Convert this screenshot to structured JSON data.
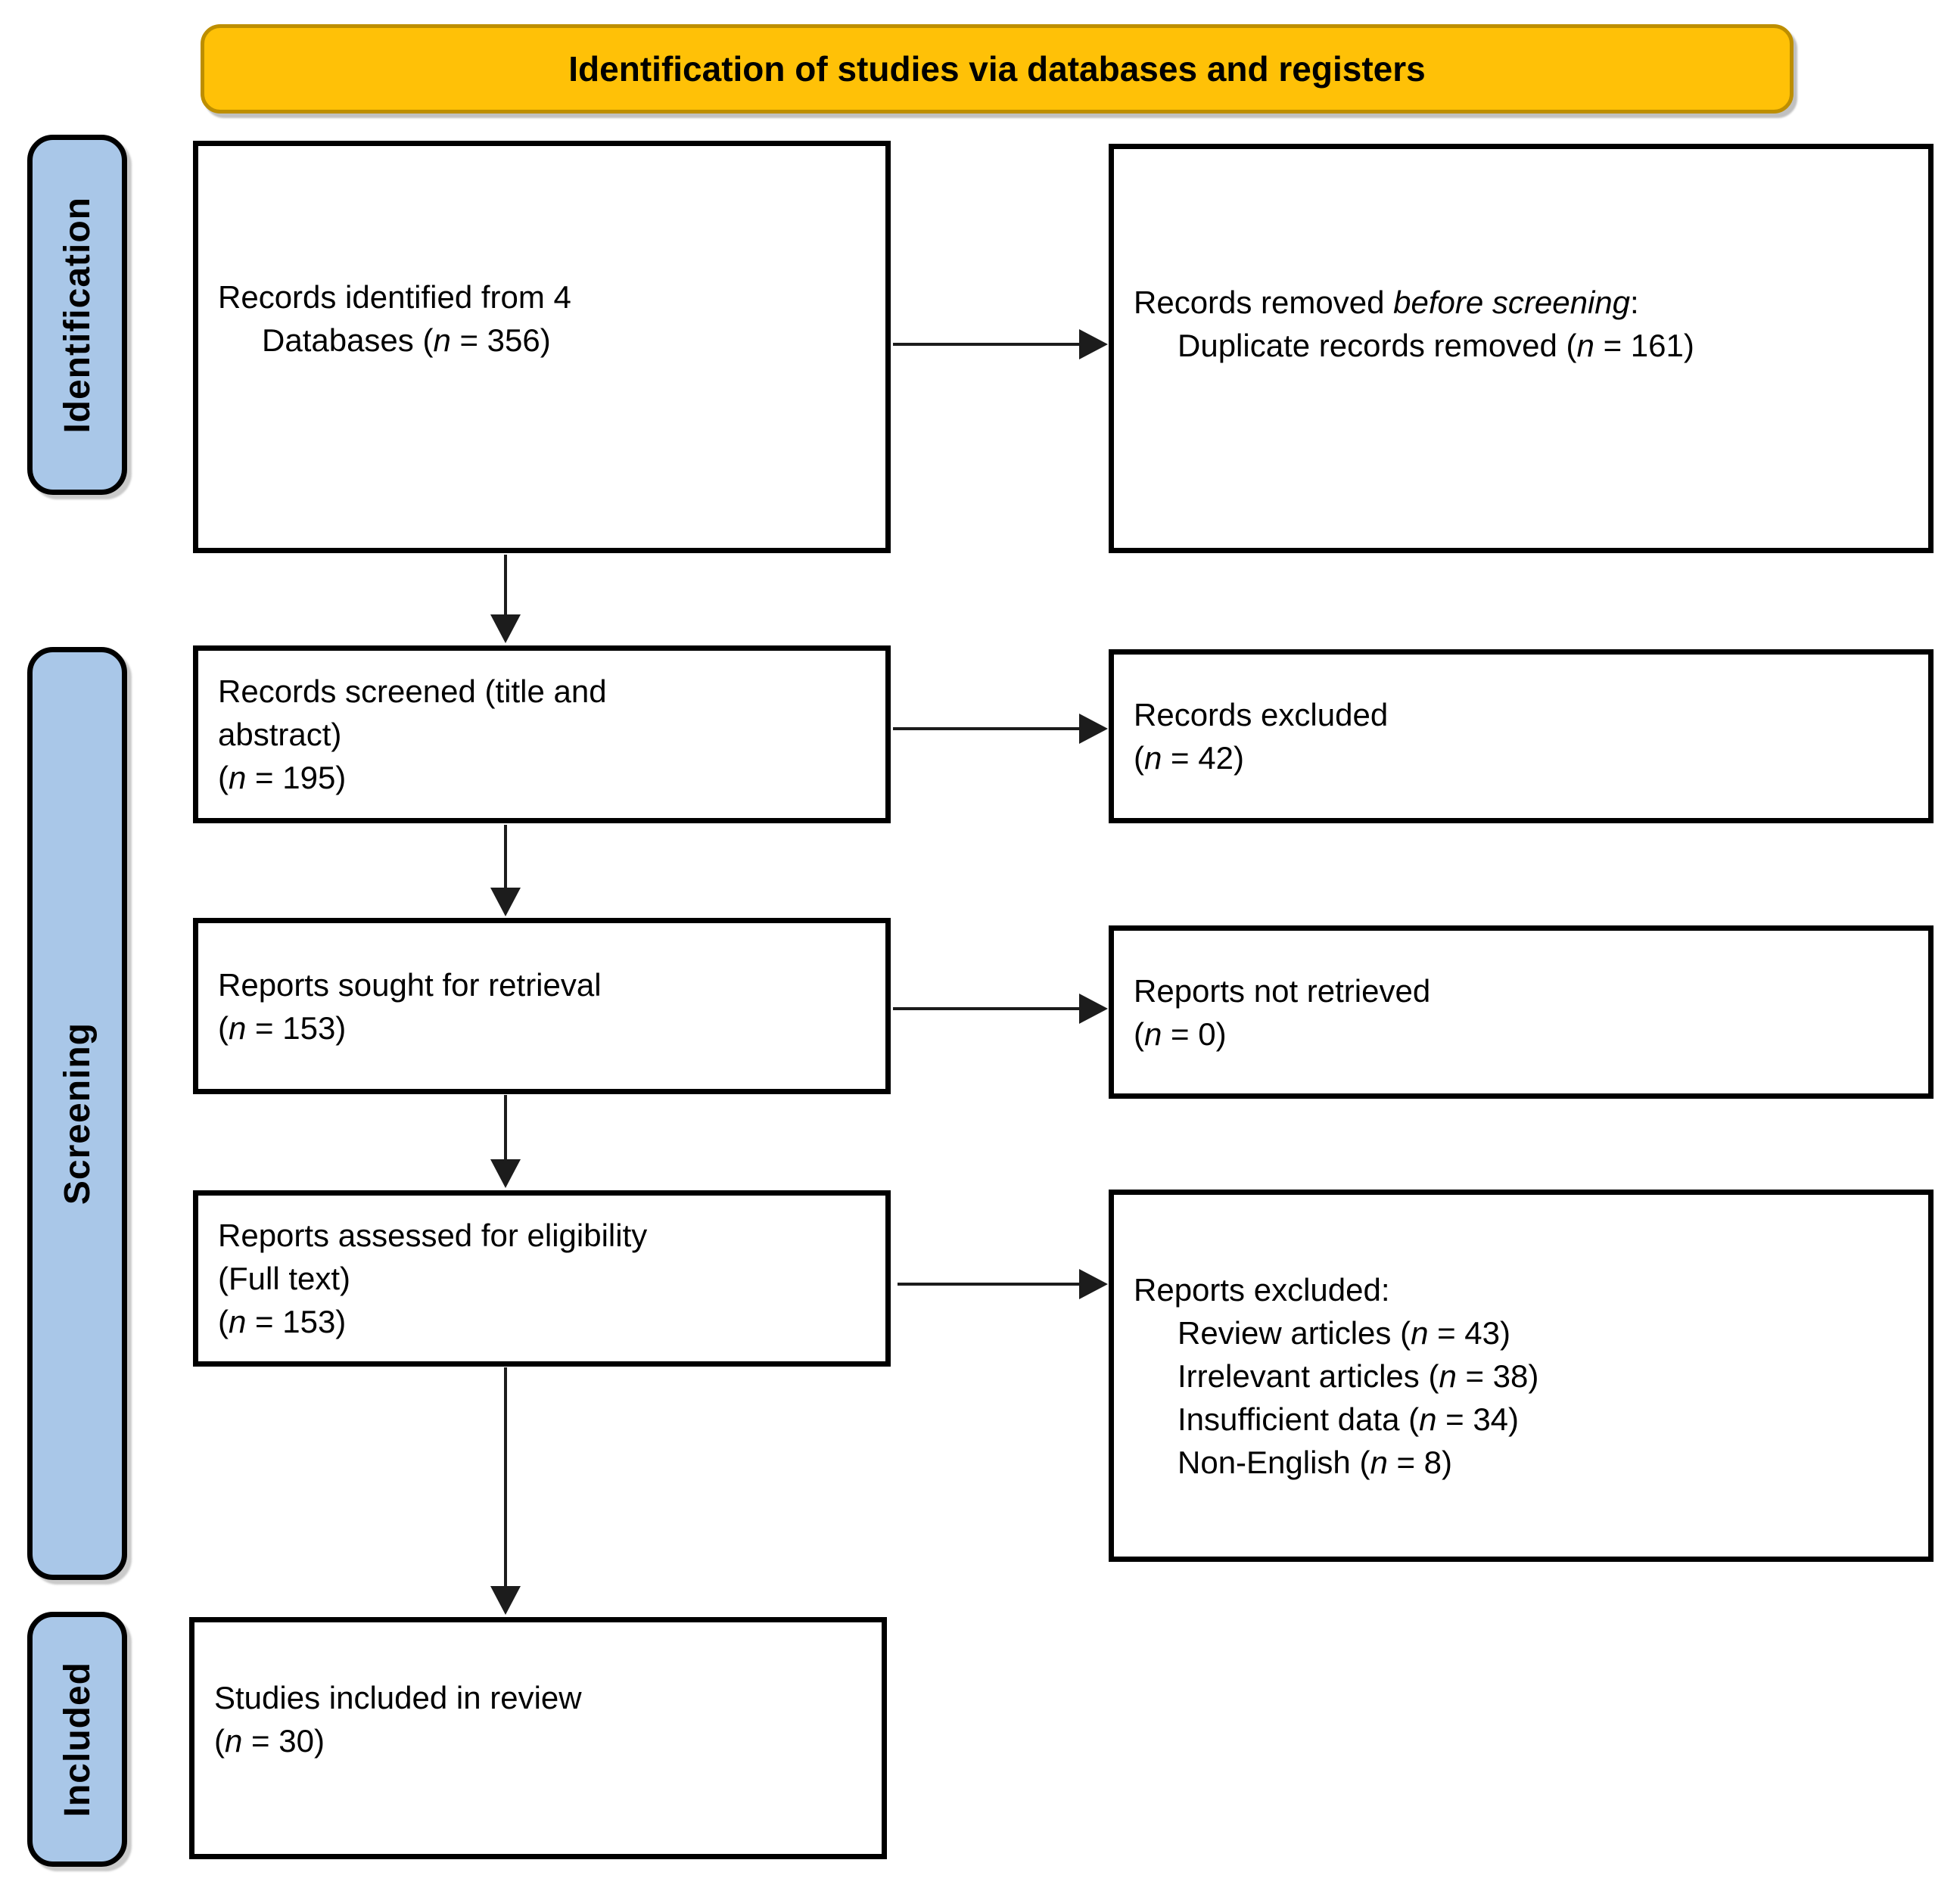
{
  "banner": {
    "label": "Identification of studies via databases and registers"
  },
  "stages": [
    {
      "id": "identification",
      "label": "Identification"
    },
    {
      "id": "screening",
      "label": "Screening"
    },
    {
      "id": "included",
      "label": "Included"
    }
  ],
  "boxes": {
    "records_identified": {
      "lines": [
        "Records identified from 4",
        ">Databases (*n* = 356)"
      ]
    },
    "records_removed": {
      "lines": [
        "Records removed *before screening*:",
        ">Duplicate records removed (*n* = 161)"
      ]
    },
    "records_screened": {
      "lines": [
        "Records screened (title and",
        "abstract)",
        "(*n* = 195)"
      ]
    },
    "records_excluded": {
      "lines": [
        "Records excluded",
        "(*n* = 42)"
      ]
    },
    "reports_sought": {
      "lines": [
        "Reports sought for retrieval",
        "(*n* = 153)"
      ]
    },
    "reports_not_retrieved": {
      "lines": [
        "Reports not retrieved",
        "(*n* = 0)"
      ]
    },
    "reports_assessed": {
      "lines": [
        "Reports assessed for eligibility",
        "(Full text)",
        "(*n* = 153)"
      ]
    },
    "reports_excluded": {
      "lines": [
        "Reports excluded:",
        ">Review articles (*n* = 43)",
        ">Irrelevant articles (*n* = 38)",
        ">Insufficient data (*n* = 34)",
        ">Non-English (*n* = 8)"
      ]
    },
    "studies_included": {
      "lines": [
        "Studies included in review",
        "(*n* = 30)"
      ]
    }
  },
  "colors": {
    "banner_fill": "#ffc107",
    "banner_border": "#bd8e00",
    "stage_fill": "#a9c7e8",
    "box_border": "#000000",
    "arrow": "#1c1c1c"
  }
}
